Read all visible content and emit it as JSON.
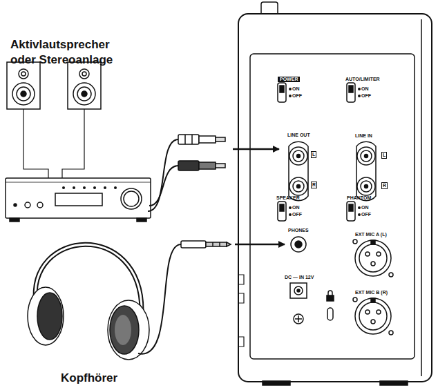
{
  "diagram": {
    "nodes": [
      {
        "text": [
          "Aktivlautsprecher oder Stereoanlage"
        ]
      },
      {
        "text": [
          "Kopfhörer"
        ]
      },
      {
        "text": [
          "LINE OUT",
          "L",
          "R"
        ]
      },
      {
        "text": [
          "PHONES"
        ]
      }
    ],
    "edges": [
      {
        "from": 0,
        "to": 2,
        "arrow": "to"
      },
      {
        "from": 1,
        "to": 3,
        "arrow": "to"
      }
    ],
    "labels": [
      "POWER",
      "ON",
      "OFF",
      "AUTO/LIMITER",
      "ON",
      "OFF",
      "LINE IN",
      "L",
      "R",
      "SPEAKER",
      "ON",
      "OFF",
      "PHANTOM",
      "ON",
      "OFF",
      "EXT MIC A (L)",
      "DC — IN 12V",
      "EXT MIC B (R)"
    ]
  }
}
